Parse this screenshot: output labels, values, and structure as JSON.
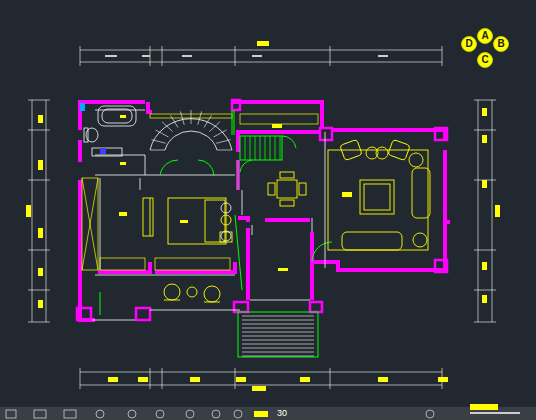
{
  "diagram": {
    "nodes": [
      {
        "text": [
          "A"
        ]
      },
      {
        "text": [
          "B"
        ]
      },
      {
        "text": [
          "C"
        ]
      },
      {
        "text": [
          "D"
        ]
      }
    ],
    "labels": [
      "30"
    ]
  }
}
